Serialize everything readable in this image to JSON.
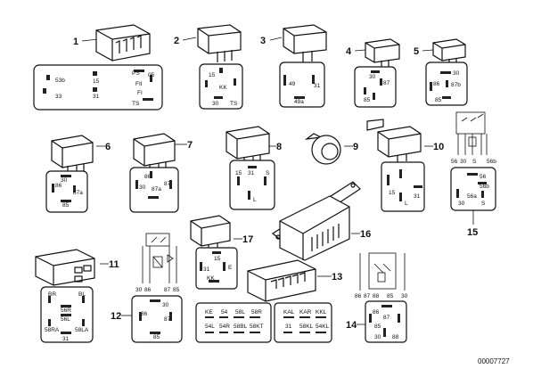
{
  "reference": "00007727",
  "callouts": {
    "p1": "1",
    "p2": "2",
    "p3": "3",
    "p4": "4",
    "p5": "5",
    "p6": "6",
    "p7": "7",
    "p8": "8",
    "p9": "9",
    "p10": "10",
    "p11": "11",
    "p12": "12",
    "p13": "13",
    "p14": "14",
    "p15": "15",
    "p16": "16",
    "p17": "17"
  },
  "pins": {
    "r1": [
      "53b",
      "15",
      "31",
      "33",
      "PS",
      "05",
      "FII",
      "FI",
      "TS"
    ],
    "r2": [
      "15",
      "KK",
      "30",
      "TS"
    ],
    "r3": [
      "49",
      "31",
      "49a"
    ],
    "r4": [
      "30",
      "87",
      "85"
    ],
    "r5": [
      "30",
      "87b",
      "86",
      "85"
    ],
    "r6": [
      "30",
      "86",
      "87a",
      "85"
    ],
    "r7": [
      "86",
      "30",
      "87a",
      "87"
    ],
    "r8": [
      "31",
      "S",
      "15",
      "L"
    ],
    "r10": [
      "15",
      "31",
      "L"
    ],
    "r11": [
      "BR",
      "BL",
      "56R",
      "56L",
      "58RA",
      "58LA",
      "31"
    ],
    "r12": [
      "30",
      "86",
      "87",
      "85"
    ],
    "r13_left": [
      "KE",
      "54",
      "58L",
      "58R",
      "54L",
      "54R",
      "58BL",
      "58KT"
    ],
    "r13_right": [
      "KAL",
      "KAR",
      "KKL",
      "31",
      "58KL",
      "54KL"
    ],
    "r14_top": [
      "86",
      "87",
      "88",
      "85",
      "30"
    ],
    "r14_box": [
      "86",
      "87",
      "85",
      "30",
      "88"
    ],
    "r15_top": [
      "56",
      "30",
      "S",
      "56b"
    ],
    "r15_box": [
      "56",
      "56b",
      "56a",
      "30",
      "S"
    ],
    "r17": [
      "15",
      "31",
      "E",
      "KK"
    ]
  }
}
